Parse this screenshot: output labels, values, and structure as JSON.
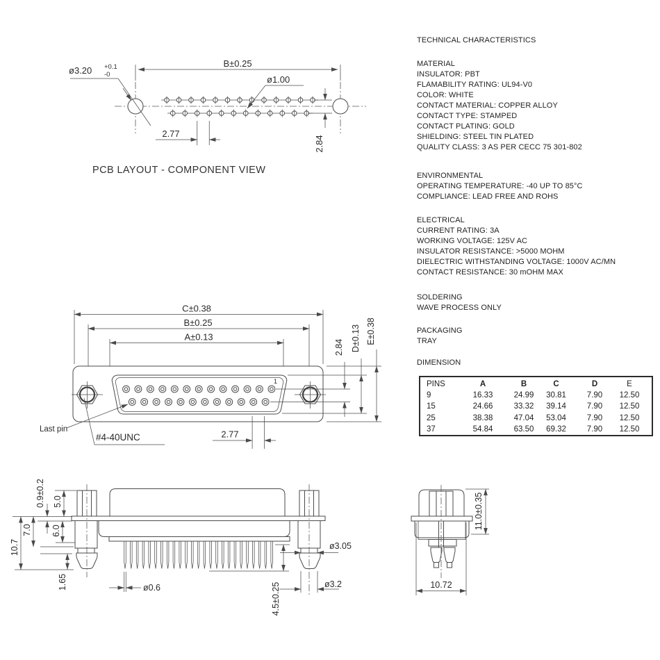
{
  "right_panel": {
    "title": "TECHNICAL CHARACTERISTICS",
    "sections": [
      {
        "heading": "MATERIAL",
        "lines": [
          "INSULATOR: PBT",
          "FLAMABILITY RATING: UL94-V0",
          "COLOR: WHITE",
          "CONTACT MATERIAL: COPPER ALLOY",
          "CONTACT TYPE: STAMPED",
          "CONTACT PLATING: GOLD",
          "SHIELDING: STEEL TIN PLATED",
          "QUALITY CLASS: 3 AS PER CECC 75 301-802"
        ]
      },
      {
        "heading": "ENVIRONMENTAL",
        "lines": [
          "OPERATING TEMPERATURE: -40 UP TO 85°C",
          "COMPLIANCE: LEAD FREE AND ROHS"
        ]
      },
      {
        "heading": "ELECTRICAL",
        "lines": [
          "CURRENT RATING: 3A",
          "WORKING VOLTAGE: 125V AC",
          "INSULATOR RESISTANCE: >5000 MOHM",
          "DIELECTRIC WITHSTANDING VOLTAGE: 1000V AC/MN",
          "CONTACT RESISTANCE: 30 mOHM MAX"
        ]
      },
      {
        "heading": "SOLDERING",
        "lines": [
          "WAVE PROCESS ONLY"
        ]
      },
      {
        "heading": "PACKAGING",
        "lines": [
          "TRAY"
        ]
      },
      {
        "heading": "DIMENSION",
        "lines": []
      }
    ]
  },
  "table": {
    "headers": [
      "PINS",
      "A",
      "B",
      "C",
      "D",
      "E"
    ],
    "rows": [
      [
        "9",
        "16.33",
        "24.99",
        "30.81",
        "7.90",
        "12.50"
      ],
      [
        "15",
        "24.66",
        "33.32",
        "39.14",
        "7.90",
        "12.50"
      ],
      [
        "25",
        "38.38",
        "47.04",
        "53.04",
        "7.90",
        "12.50"
      ],
      [
        "37",
        "54.84",
        "63.50",
        "69.32",
        "7.90",
        "12.50"
      ]
    ]
  },
  "views": {
    "pcb": {
      "caption": "PCB LAYOUT - COMPONENT VIEW",
      "top_row": 13,
      "bottom_row": 12
    },
    "front": {
      "top_row": 13,
      "bottom_row": 12
    },
    "side": {
      "pins": 25
    }
  },
  "dims": {
    "pcb": {
      "hole_dia": "ø3.20",
      "tol_plus": "+0.1",
      "tol_minus": "-0",
      "width_b": "B±0.25",
      "pin_dia": "ø1.00",
      "pitch": "2.77",
      "row_gap": "2.84"
    },
    "front": {
      "dim_c": "C±0.38",
      "dim_b": "B±0.25",
      "dim_a": "A±0.13",
      "row_gap": "2.84",
      "dim_d": "D±0.13",
      "dim_e": "E±0.38",
      "pitch": "2.77",
      "last_pin": "Last pin",
      "thread": "#4-40UNC",
      "pin_one": "1"
    },
    "side": {
      "flange_t": "0.9±0.2",
      "jack_h": "5.0",
      "seven": "7.0",
      "six": "6.0",
      "total": "10.7",
      "one65": "1.65",
      "pin_dia": "ø0.6",
      "screw_dia": "ø3.05",
      "plug_dia": "ø3.2",
      "pin_len": "4.5±0.25"
    },
    "end": {
      "height": "11.0±0.35",
      "width": "10.72"
    }
  }
}
